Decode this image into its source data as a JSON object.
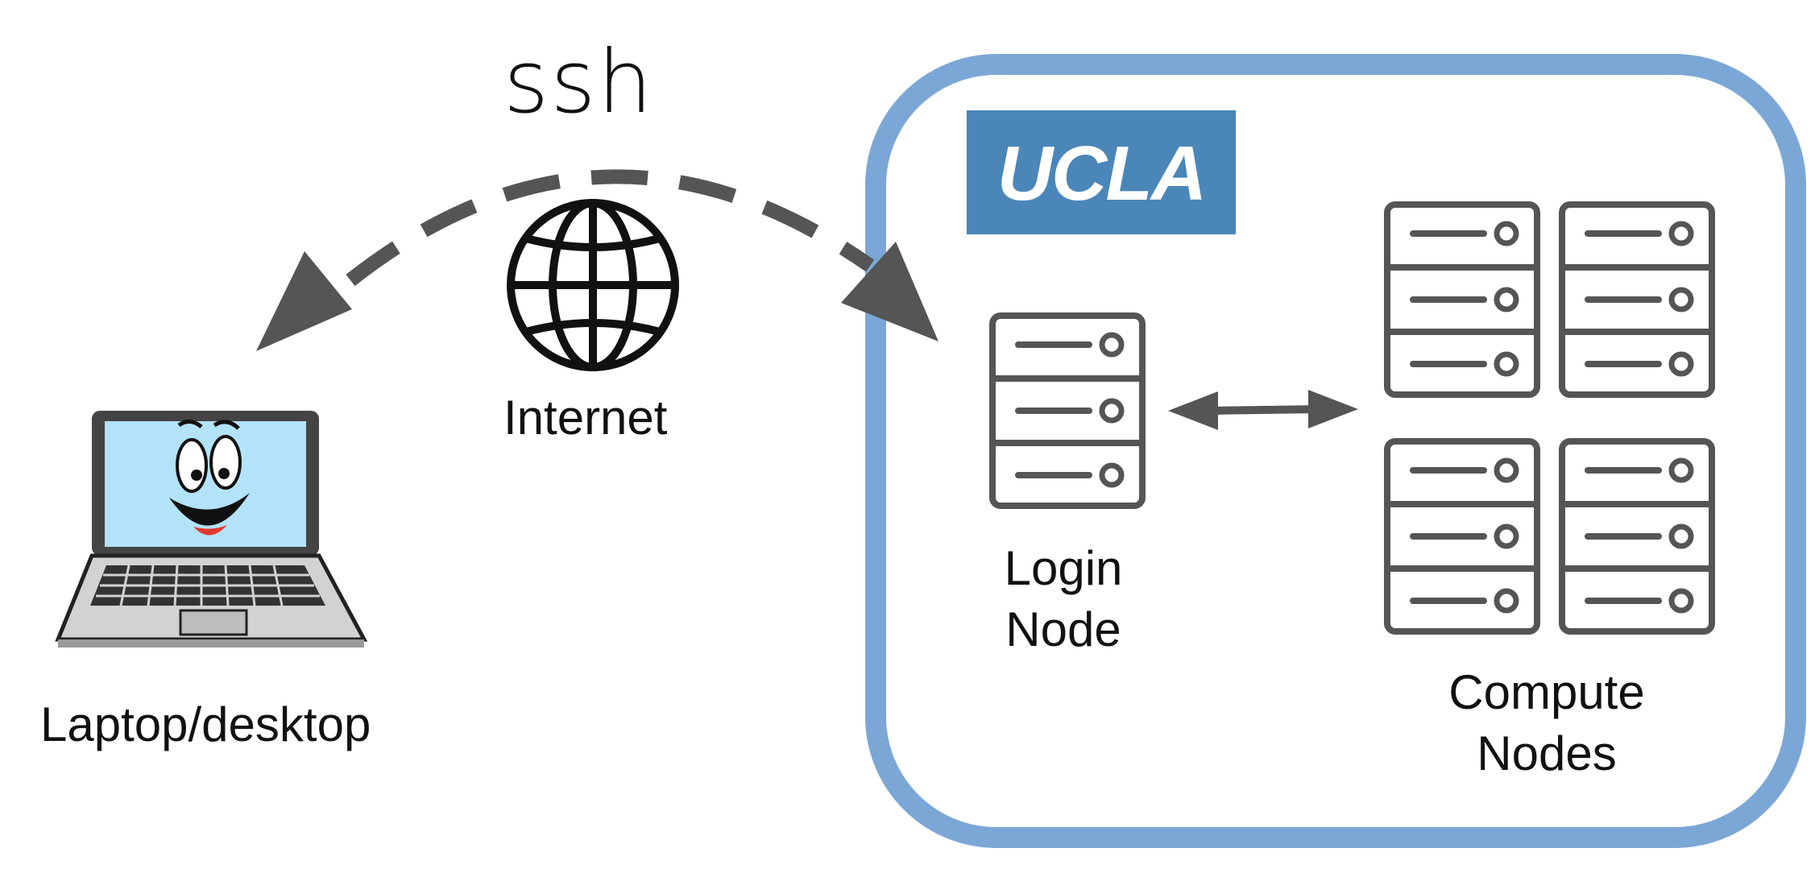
{
  "diagram": {
    "protocol_label": "ssh",
    "network_label": "Internet",
    "client_label": "Laptop/desktop",
    "cluster": {
      "brand_text": "UCLA",
      "login_node_label_line1": "Login",
      "login_node_label_line2": "Node",
      "compute_nodes_label_line1": "Compute",
      "compute_nodes_label_line2": "Nodes",
      "compute_node_count": 4
    }
  },
  "colors": {
    "cluster_border": "#7ba7d6",
    "brand_background": "#4a86b8",
    "brand_text": "#ffffff",
    "arrow": "#555555",
    "server_stroke": "#555555",
    "globe_stroke": "#111111",
    "laptop_screen": "#b3e3f9",
    "laptop_body": "#d2d2d2"
  },
  "icons": {
    "network": "globe-icon",
    "client": "laptop-icon",
    "server": "server-icon"
  }
}
